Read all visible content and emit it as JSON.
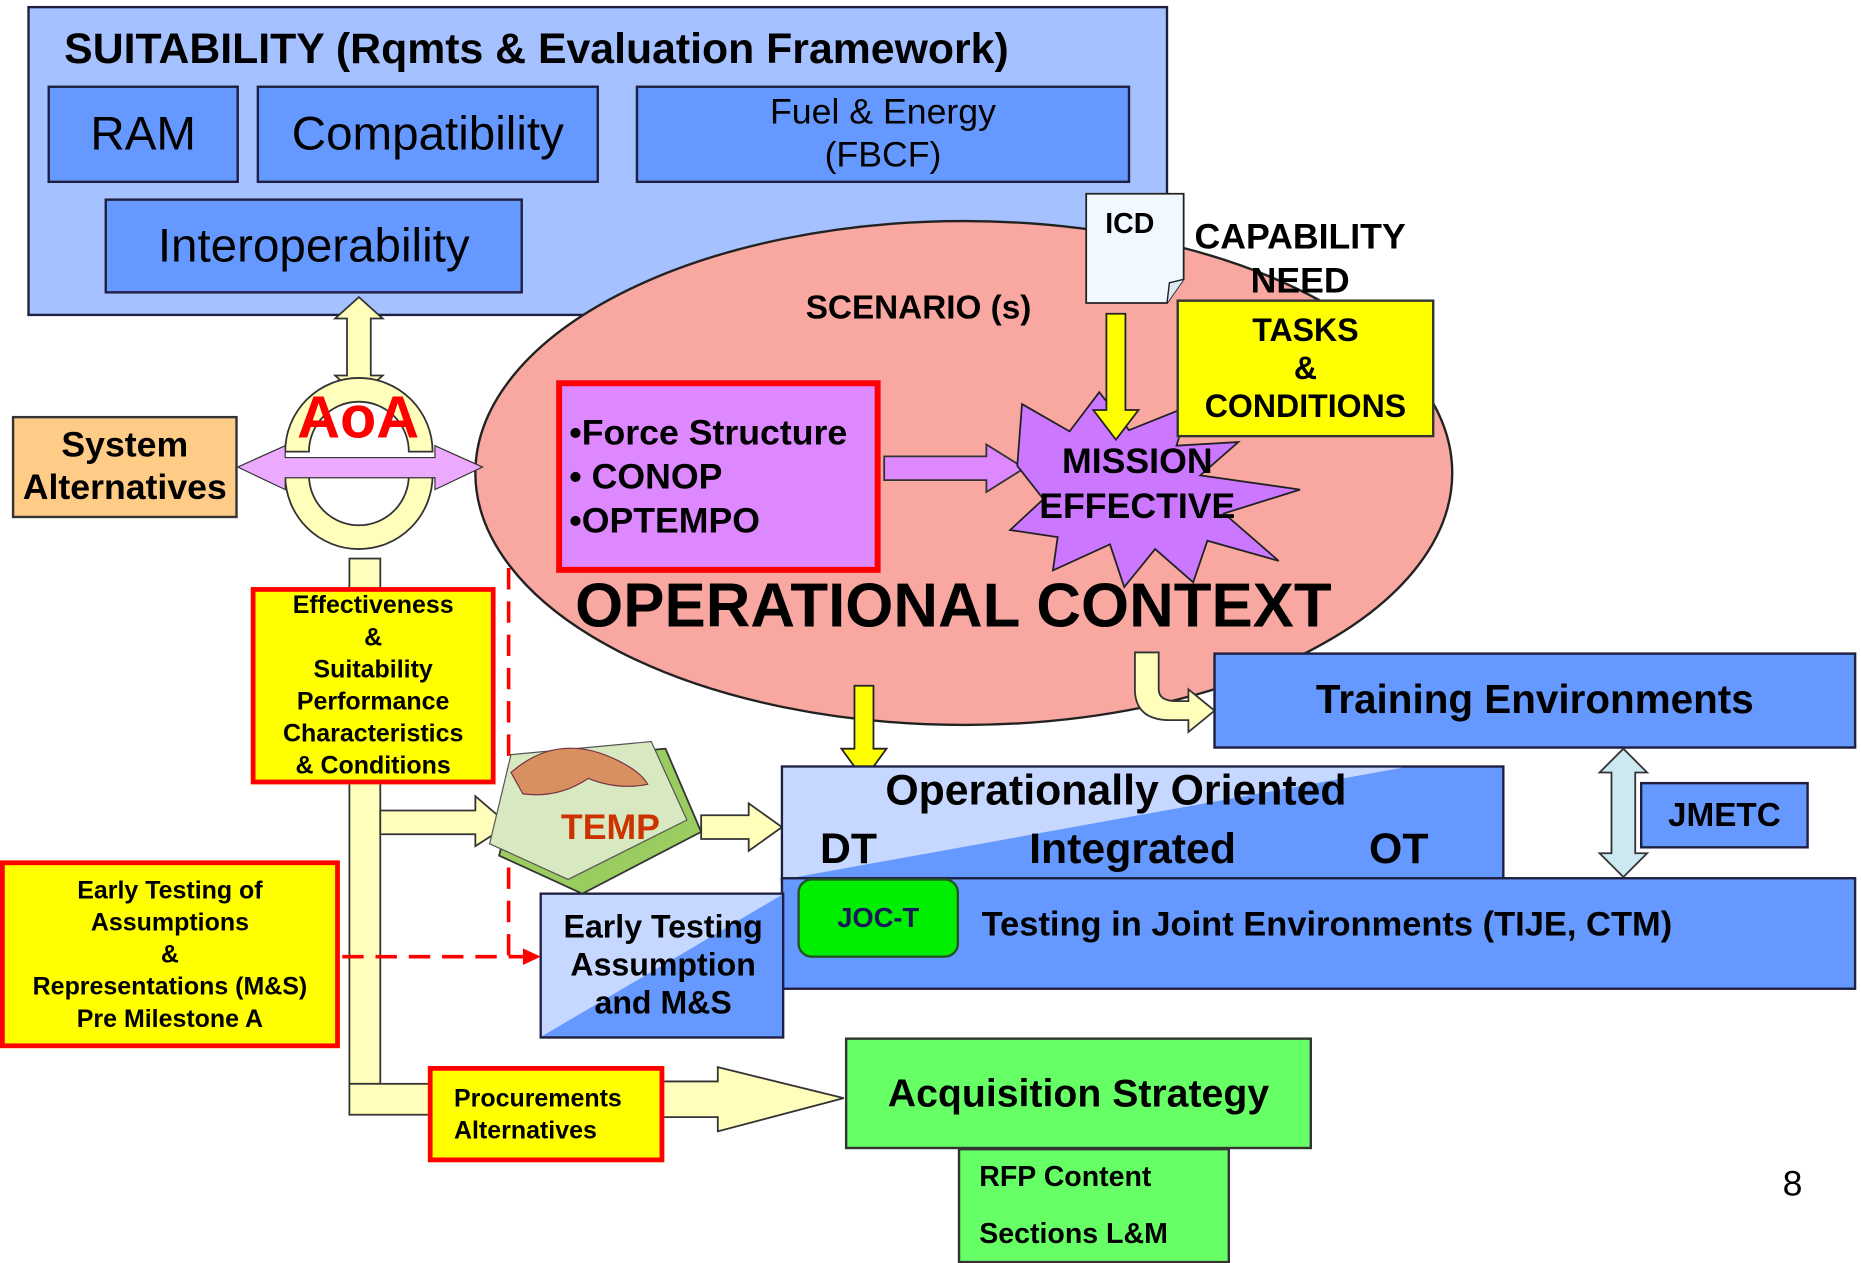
{
  "suitability": {
    "title": "SUITABILITY (Rqmts & Evaluation Framework)",
    "ram": "RAM",
    "compatibility": "Compatibility",
    "fuel_line1": "Fuel & Energy",
    "fuel_line2": "(FBCF)",
    "interoperability": "Interoperability"
  },
  "aoa": "AoA",
  "system_alternatives": [
    "System",
    "Alternatives"
  ],
  "scenario": "SCENARIO (s)",
  "force_items": [
    "•Force Structure",
    "• CONOP",
    "•OPTEMPO"
  ],
  "icd": "ICD",
  "capability_need": [
    "CAPABILITY",
    "NEED"
  ],
  "tasks_conditions": [
    "TASKS",
    "&",
    "CONDITIONS"
  ],
  "mission_effective": [
    "MISSION",
    "EFFECTIVE"
  ],
  "operational_context": "OPERATIONAL CONTEXT",
  "effectiveness_box": [
    "Effectiveness",
    "&",
    "Suitability",
    "Performance",
    "Characteristics",
    "& Conditions"
  ],
  "temp": "TEMP",
  "training_environments": "Training Environments",
  "jmetc": "JMETC",
  "op_oriented": {
    "title": "Operationally Oriented",
    "dt": "DT",
    "integrated": "Integrated",
    "ot": "OT"
  },
  "joc_t": "JOC-T",
  "testing_joint": "Testing in Joint Environments (TIJE, CTM)",
  "early_testing_box": [
    "Early Testing",
    "Assumption",
    "and M&S"
  ],
  "early_testing_left": [
    "Early Testing of",
    "Assumptions",
    "&",
    "Representations (M&S)",
    "Pre Milestone A"
  ],
  "procurements": [
    "Procurements",
    "Alternatives"
  ],
  "acquisition_strategy": "Acquisition Strategy",
  "rfp_content": "RFP Content",
  "sections_lm": "Sections L&M",
  "page_number": "8",
  "colors": {
    "suitability_bg": "#a6c1ff",
    "box_blue": "#6699ff",
    "ellipse": "#f8a8a0",
    "purple": "#dd88ff",
    "yellow": "#ffff00",
    "red_border": "#ff0000",
    "green": "#66ff66",
    "orange": "#ffcc88",
    "arrow_fill": "#ffffbb"
  }
}
